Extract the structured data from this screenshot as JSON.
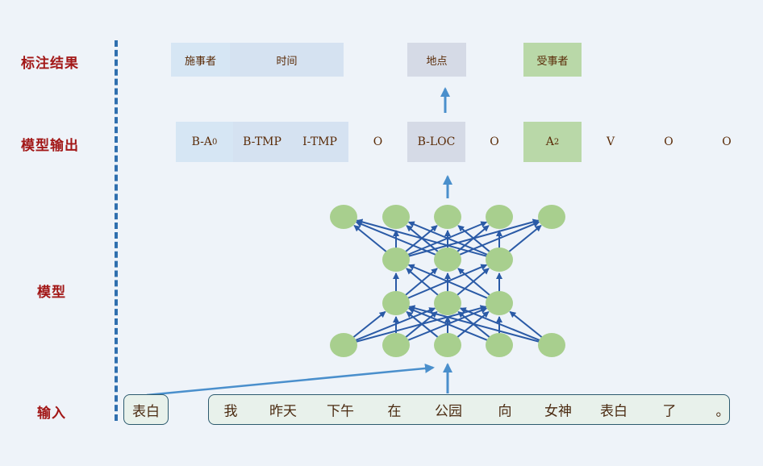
{
  "row_labels": {
    "annotation": "标注结果",
    "model_output": "模型输出",
    "model": "模型",
    "input": "输入"
  },
  "annotation_results": [
    {
      "label": "施事者",
      "color": "c-lblue"
    },
    {
      "label": "时间",
      "color": "c-blue"
    },
    {
      "label": "地点",
      "color": "c-grey"
    },
    {
      "label": "受事者",
      "color": "c-green"
    }
  ],
  "model_output": {
    "tags": [
      {
        "label": "B-A",
        "sub": "0",
        "color": "c-lblue"
      },
      {
        "label": "B-TMP",
        "sub": "",
        "color": "c-blue"
      },
      {
        "label": "I-TMP",
        "sub": "",
        "color": "c-blue"
      },
      {
        "label": "O",
        "sub": "",
        "color": ""
      },
      {
        "label": "B-LOC",
        "sub": "",
        "color": "c-grey"
      },
      {
        "label": "O",
        "sub": "",
        "color": ""
      },
      {
        "label": "A",
        "sub": "2",
        "color": "c-green"
      },
      {
        "label": "V",
        "sub": "",
        "color": ""
      },
      {
        "label": "O",
        "sub": "",
        "color": ""
      },
      {
        "label": "O",
        "sub": "",
        "color": ""
      }
    ]
  },
  "predicate": "表白",
  "input_words": [
    "我",
    "昨天",
    "下午",
    "在",
    "公园",
    "向",
    "女神",
    "表白",
    "了",
    "。"
  ],
  "colors": {
    "node": "#a8cf8e",
    "edge": "#2a5aa6",
    "arrow": "#4a8fcc",
    "label": "#a21717"
  }
}
